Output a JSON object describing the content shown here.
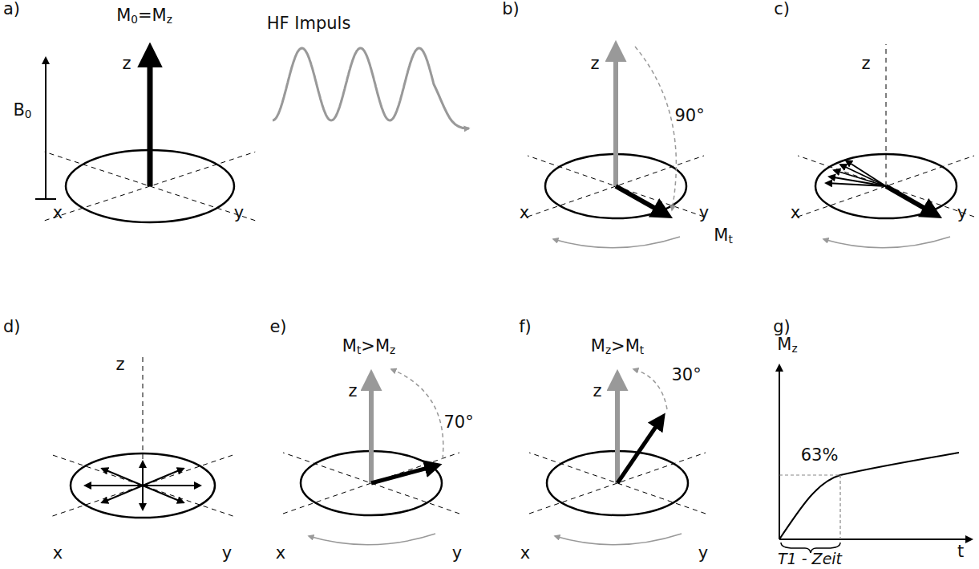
{
  "diagram": {
    "labels": [
      "a)",
      "B0",
      "M0=Mz",
      "z",
      "x",
      "y",
      "HF Impuls",
      "b)",
      "z",
      "90°",
      "x",
      "y",
      "Mt",
      "c)",
      "z",
      "x",
      "y",
      "d)",
      "z",
      "x",
      "y",
      "e)",
      "Mt>Mz",
      "z",
      "70°",
      "x",
      "y",
      "f)",
      "Mz>Mt",
      "z",
      "30°",
      "x",
      "y",
      "g)",
      "Mz",
      "63%",
      "T1 - Zeit",
      "t"
    ]
  }
}
